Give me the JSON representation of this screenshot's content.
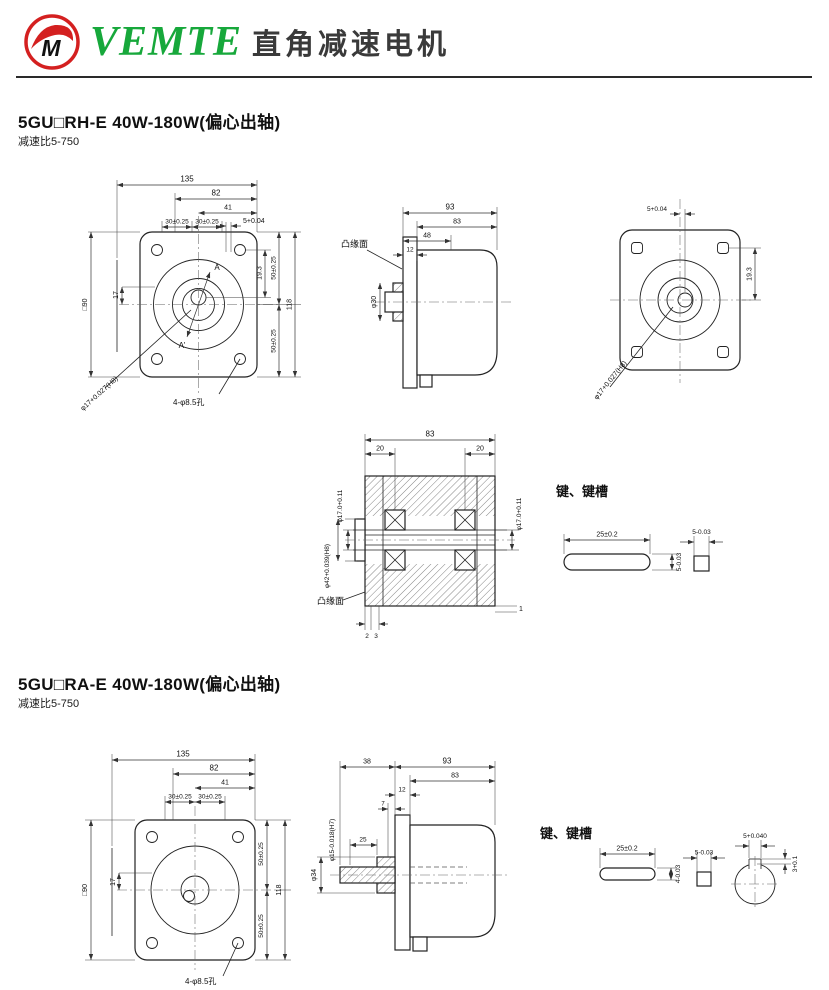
{
  "header": {
    "brand": "VEMTE",
    "title": "直角减速电机",
    "logo_letter": "M"
  },
  "section1": {
    "title": "5GU□RH-E 40W-180W(偏心出轴)",
    "subtitle": "减速比5-750",
    "front": {
      "w135": "135",
      "w82": "82",
      "w41": "41",
      "t30a": "30±0.25",
      "t30b": "30±0.25",
      "t5": "5+0.04",
      "labelA": "A",
      "labelA2": "A'",
      "sq90": "□90",
      "h17": "17",
      "h19": "19.3",
      "h50a": "50±0.25",
      "h50b": "50±0.25",
      "h118": "118",
      "holes": "4-φ8.5孔",
      "shaft": "φ17+0.027(H8)"
    },
    "side": {
      "w93": "93",
      "w83": "83",
      "w48": "48",
      "w12": "12",
      "flange_face": "凸缘面",
      "d30": "φ30"
    },
    "rear": {
      "t5": "5+0.04",
      "h19": "19.3",
      "shaft": "φ17+0.027(H8)"
    },
    "xsection": {
      "w83": "83",
      "w20a": "20",
      "w20b": "20",
      "bore_l": "φ17.0+0.11",
      "bore_r": "φ17.0+0.11",
      "d42": "φ42+0.039(H8)",
      "flange_face": "凸缘面",
      "g2": "2",
      "g3": "3",
      "g1": "1"
    },
    "key": {
      "title": "键、键槽",
      "len": "25±0.2",
      "height": "5-0.03",
      "width": "5-0.03"
    }
  },
  "section2": {
    "title": "5GU□RA-E 40W-180W(偏心出轴)",
    "subtitle": "减速比5-750",
    "front": {
      "w135": "135",
      "w82": "82",
      "w41": "41",
      "t30a": "30±0.25",
      "t30b": "30±0.25",
      "sq90": "□90",
      "h17": "17",
      "h50a": "50±0.25",
      "h50b": "50±0.25",
      "h118": "118",
      "holes": "4-φ8.5孔"
    },
    "side": {
      "w38": "38",
      "w93": "93",
      "w83": "83",
      "w12": "12",
      "w7": "7",
      "w25": "25",
      "shaft": "φ15-0.018(H7)",
      "d34": "φ34"
    },
    "key": {
      "title": "键、键槽",
      "len": "25±0.2",
      "height": "4-0.03",
      "width": "5-0.03",
      "bore_kw": "5+0.040",
      "bore_kd": "3+0.1"
    }
  }
}
